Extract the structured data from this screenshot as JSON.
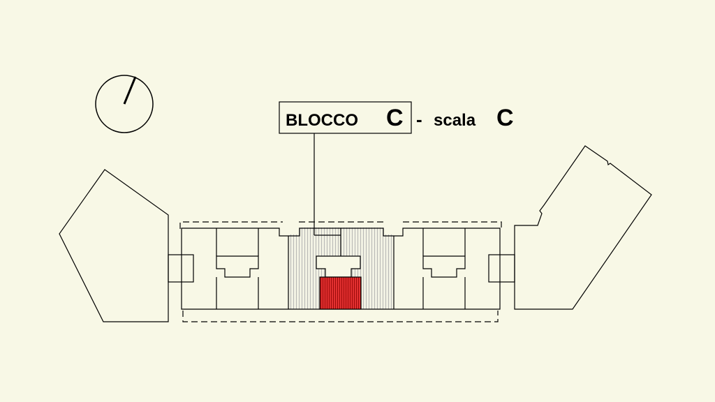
{
  "title": {
    "block_word": "BLOCCO",
    "block_letter": "C",
    "separator": "-",
    "stair_word": "scala",
    "stair_letter": "C"
  },
  "compass": {
    "icon": "north-arrow-icon"
  },
  "colors": {
    "background": "#f8f8e6",
    "line": "#000000",
    "selected_block_hatch": "#c8c8c8",
    "selected_stair": "#e02020"
  }
}
